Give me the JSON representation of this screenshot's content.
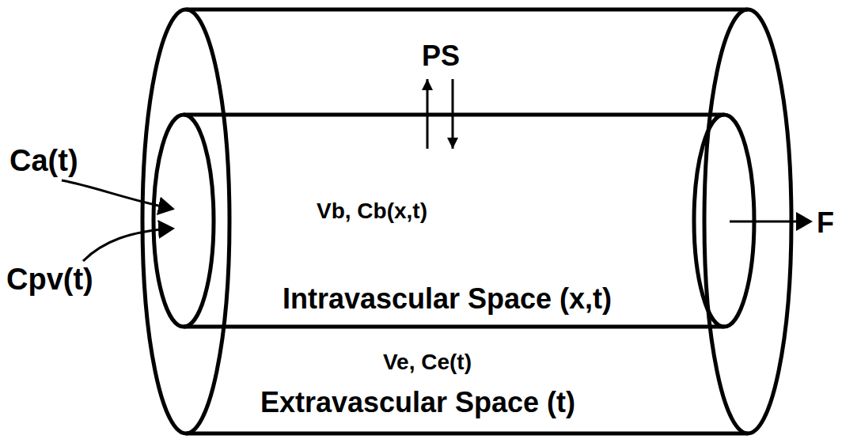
{
  "diagram": {
    "nodes": [
      {
        "text": [
          "Ve, Ce(t)",
          "Extravascular Space (t)"
        ]
      },
      {
        "text": [
          "Vb, Cb(x,t)",
          "Intravascular Space (x,t)"
        ],
        "in": 0
      }
    ],
    "edges": [
      {
        "from": 1,
        "to": 0,
        "arrow": "to"
      },
      {
        "from": 0,
        "to": 1,
        "arrow": "to"
      }
    ],
    "labels": [
      "Ca(t)",
      "Cpv(t)",
      "PS",
      "F"
    ]
  }
}
